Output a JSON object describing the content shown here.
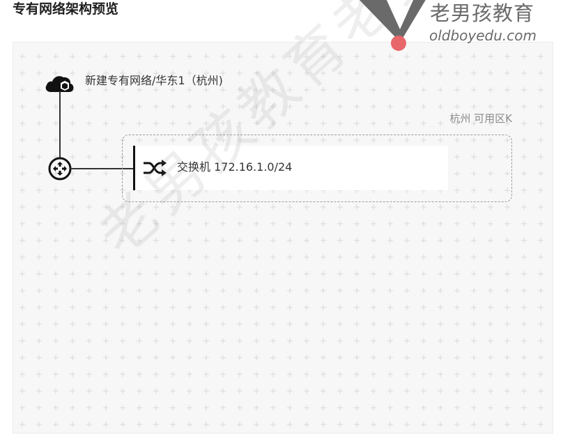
{
  "header": {
    "title": "专有网络架构预览"
  },
  "watermark": {
    "brand_cn": "老男孩教育",
    "brand_en": "oldboyedu.com",
    "diagonal_text": "老男孩教育老男孩教育",
    "accent_color": "#e8676b",
    "mark_color": "#6a6a6a"
  },
  "topology": {
    "vpc": {
      "icon": "cloud-icon",
      "label": "新建专有网络/华东1（杭州)"
    },
    "router": {
      "icon": "router-icon"
    },
    "zone": {
      "label": "杭州 可用区K"
    },
    "vswitch": {
      "icon": "shuffle-icon",
      "label": "交换机 172.16.1.0/24"
    }
  }
}
